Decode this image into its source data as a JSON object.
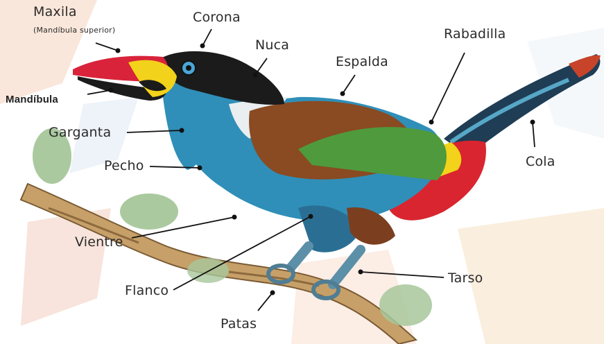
{
  "labels": {
    "maxila": "Maxila",
    "maxila_note": "(Mandíbula superior)",
    "mandibula": "Mandíbula",
    "corona": "Corona",
    "nuca": "Nuca",
    "espalda": "Espalda",
    "rabadilla": "Rabadilla",
    "garganta": "Garganta",
    "pecho": "Pecho",
    "cola": "Cola",
    "vientre": "Vientre",
    "flanco": "Flanco",
    "tarso": "Tarso",
    "patas": "Patas"
  },
  "colors": {
    "beak_red": "#d8233a",
    "face_yellow": "#f2d21a",
    "head_black": "#1b1b1b",
    "body_blue": "#2f8fb8",
    "back_brown": "#8a4a22",
    "wing_green": "#4f9a3c",
    "rump_red": "#d9252f",
    "branch": "#c6a068"
  }
}
